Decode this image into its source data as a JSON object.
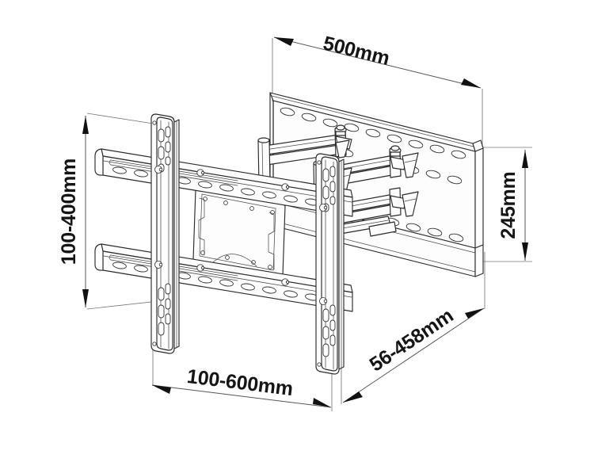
{
  "drawing": {
    "title": "Full Motion TV Wall Mount Dimensional Drawing",
    "background_color": "#ffffff",
    "line_color": "#2b2b2b",
    "text_color": "#151515",
    "dimension_line_color": "#555555",
    "extension_line_color": "#777777"
  },
  "dimensions": {
    "wall_plate_width": {
      "label": "500mm",
      "position": "top",
      "orientation": "horizontal-tilted",
      "meaning": "wall plate overall width"
    },
    "vesa_height": {
      "label": "100-400mm",
      "position": "left",
      "orientation": "vertical-rotated",
      "meaning": "VESA vertical hole pattern range"
    },
    "wall_plate_height": {
      "label": "245mm",
      "position": "right",
      "orientation": "vertical-rotated",
      "meaning": "wall plate overall height"
    },
    "vesa_width": {
      "label": "100-600mm",
      "position": "bottom-left",
      "orientation": "diagonal",
      "meaning": "VESA horizontal hole pattern range"
    },
    "extension_range": {
      "label": "56-458mm",
      "position": "bottom-right",
      "orientation": "diagonal",
      "meaning": "wall-to-screen extension range"
    }
  },
  "parts": [
    {
      "name": "wall-plate",
      "description": "Rear wall mounting plate with slotted screw holes"
    },
    {
      "name": "articulating-arm-upper",
      "description": "Upper double articulating arm assembly"
    },
    {
      "name": "articulating-arm-lower",
      "description": "Lower double articulating arm assembly"
    },
    {
      "name": "horizontal-rail-top",
      "description": "Top horizontal slotted TV rail"
    },
    {
      "name": "horizontal-rail-bottom",
      "description": "Bottom horizontal slotted TV rail"
    },
    {
      "name": "vertical-post-left",
      "description": "Left vertical slotted VESA post"
    },
    {
      "name": "vertical-post-right",
      "description": "Right vertical slotted VESA post"
    },
    {
      "name": "vesa-plate",
      "description": "Central VESA adapter plate"
    },
    {
      "name": "pivot-joint",
      "description": "Cylindrical pivot joints with bolt caps"
    }
  ]
}
